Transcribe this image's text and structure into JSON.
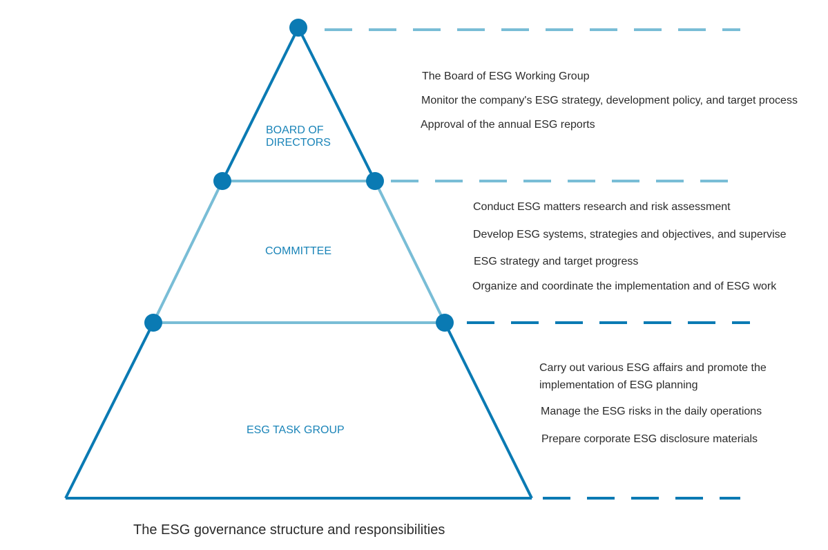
{
  "colors": {
    "dark_blue": "#0a7ab3",
    "light_blue": "#79bdd6",
    "label_blue": "#1a84b8",
    "text": "#2b2b2b"
  },
  "levels": [
    {
      "label": "BOARD OF\nDIRECTORS",
      "responsibilities": [
        "The Board of ESG Working Group",
        "Monitor the company's ESG strategy, development policy, and target process",
        "Approval of the annual ESG reports"
      ]
    },
    {
      "label": "COMMITTEE",
      "responsibilities": [
        "Conduct ESG matters research and risk assessment",
        "Develop ESG systems, strategies and objectives, and supervise",
        "ESG strategy and target progress",
        "Organize and coordinate the implementation and of ESG work"
      ]
    },
    {
      "label": "ESG TASK GROUP",
      "responsibilities": [
        "Carry out various ESG affairs and promote the\nimplementation of ESG planning",
        "Manage the ESG risks in the daily operations",
        "Prepare corporate ESG disclosure materials"
      ]
    }
  ],
  "caption": "The ESG governance structure and responsibilities"
}
